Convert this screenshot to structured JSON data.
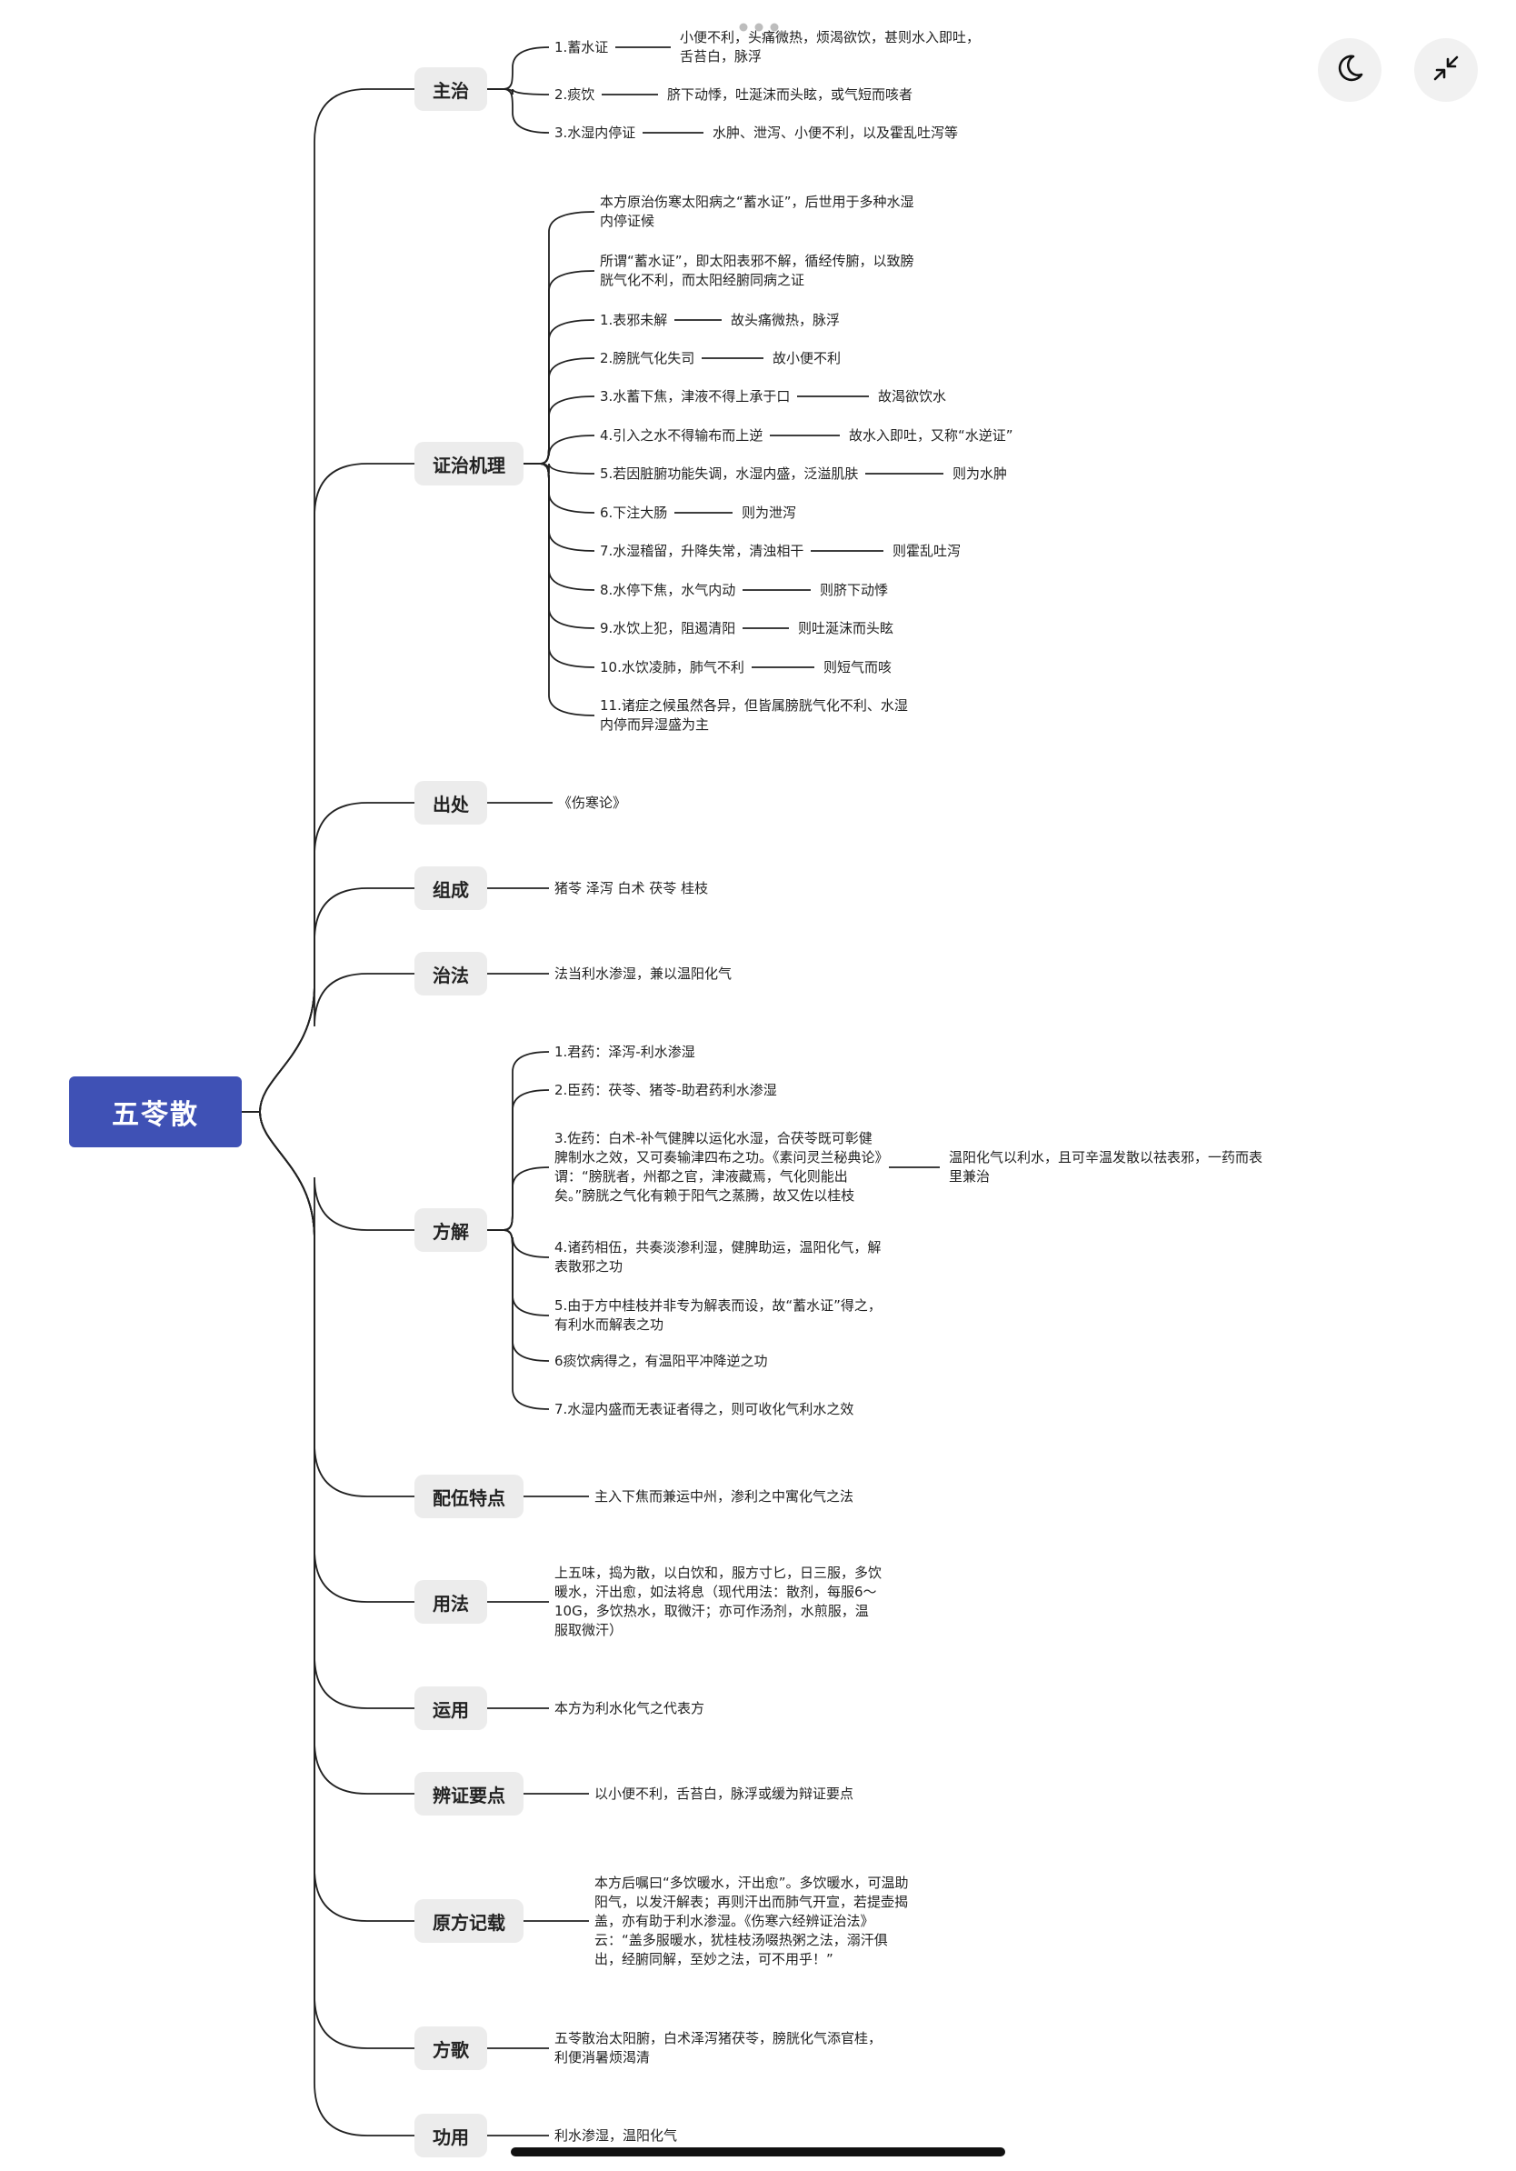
{
  "root": "五苓散",
  "topics": [
    {
      "label": "主治",
      "children": [
        {
          "text": "1.蓄水证",
          "children": [
            {
              "text": "小便不利，头痛微热，烦渴欲饮，甚则水入即吐，舌苔白，脉浮"
            }
          ]
        },
        {
          "text": "2.痰饮",
          "children": [
            {
              "text": "脐下动悸，吐涎沫而头眩，或气短而咳者"
            }
          ]
        },
        {
          "text": "3.水湿内停证",
          "children": [
            {
              "text": "水肿、泄泻、小便不利，以及霍乱吐泻等"
            }
          ]
        }
      ]
    },
    {
      "label": "证治机理",
      "children": [
        {
          "text": "本方原治伤寒太阳病之“蓄水证”，后世用于多种水湿内停证候"
        },
        {
          "text": "所谓“蓄水证”，即太阳表邪不解，循经传腑，以致膀胱气化不利，而太阳经腑同病之证"
        },
        {
          "text": "1.表邪未解",
          "children": [
            {
              "text": "故头痛微热，脉浮"
            }
          ]
        },
        {
          "text": "2.膀胱气化失司",
          "children": [
            {
              "text": "故小便不利"
            }
          ]
        },
        {
          "text": "3.水蓄下焦，津液不得上承于口",
          "children": [
            {
              "text": "故渴欲饮水"
            }
          ]
        },
        {
          "text": "4.引入之水不得输布而上逆",
          "children": [
            {
              "text": "故水入即吐，又称“水逆证”"
            }
          ]
        },
        {
          "text": "5.若因脏腑功能失调，水湿内盛，泛溢肌肤",
          "children": [
            {
              "text": "则为水肿"
            }
          ]
        },
        {
          "text": "6.下注大肠",
          "children": [
            {
              "text": "则为泄泻"
            }
          ]
        },
        {
          "text": "7.水湿稽留，升降失常，清浊相干",
          "children": [
            {
              "text": "则霍乱吐泻"
            }
          ]
        },
        {
          "text": "8.水停下焦，水气内动",
          "children": [
            {
              "text": "则脐下动悸"
            }
          ]
        },
        {
          "text": "9.水饮上犯，阻遏清阳",
          "children": [
            {
              "text": "则吐涎沫而头眩"
            }
          ]
        },
        {
          "text": "10.水饮凌肺，肺气不利",
          "children": [
            {
              "text": "则短气而咳"
            }
          ]
        },
        {
          "text": "11.诸症之候虽然各异，但皆属膀胱气化不利、水湿内停而异湿盛为主"
        }
      ]
    },
    {
      "label": "出处",
      "children": [
        {
          "text": "《伤寒论》"
        }
      ]
    },
    {
      "label": "组成",
      "children": [
        {
          "text": "猪苓 泽泻 白术 茯苓 桂枝"
        }
      ]
    },
    {
      "label": "治法",
      "children": [
        {
          "text": "法当利水渗湿，兼以温阳化气"
        }
      ]
    },
    {
      "label": "方解",
      "children": [
        {
          "text": "1.君药：泽泻-利水渗湿"
        },
        {
          "text": "2.臣药：茯苓、猪苓-助君药利水渗湿"
        },
        {
          "text": "3.佐药：白术-补气健脾以运化水湿，合茯苓既可彰健脾制水之效，又可奏输津四布之功。《素问灵兰秘典论》谓：“膀胱者，州都之官，津液藏焉，气化则能出矣。”膀胱之气化有赖于阳气之蒸腾，故又佐以桂枝",
          "children": [
            {
              "text": "温阳化气以利水，且可辛温发散以祛表邪，一药而表里兼治"
            }
          ]
        },
        {
          "text": "4.诸药相伍，共奏淡渗利湿，健脾助运，温阳化气，解表散邪之功"
        },
        {
          "text": "5.由于方中桂枝并非专为解表而设，故“蓄水证”得之，有利水而解表之功"
        },
        {
          "text": "6痰饮病得之，有温阳平冲降逆之功"
        },
        {
          "text": "7.水湿内盛而无表证者得之，则可收化气利水之效"
        }
      ]
    },
    {
      "label": "配伍特点",
      "children": [
        {
          "text": "主入下焦而兼运中州，渗利之中寓化气之法"
        }
      ]
    },
    {
      "label": "用法",
      "children": [
        {
          "text": "上五味，捣为散，以白饮和，服方寸匕，日三服，多饮暖水，汗出愈，如法将息（现代用法：散剂，每服6～10G，多饮热水，取微汗；亦可作汤剂，水煎服，温服取微汗）"
        }
      ]
    },
    {
      "label": "运用",
      "children": [
        {
          "text": "本方为利水化气之代表方"
        }
      ]
    },
    {
      "label": "辨证要点",
      "children": [
        {
          "text": "以小便不利，舌苔白，脉浮或缓为辩证要点"
        }
      ]
    },
    {
      "label": "原方记载",
      "children": [
        {
          "text": "本方后嘱曰“多饮暖水，汗出愈”。多饮暖水，可温助阳气，以发汗解表；再则汗出而肺气开宣，若提壶揭盖，亦有助于利水渗湿。《伤寒六经辨证治法》云：“盖多服暖水，犹桂枝汤啜热粥之法，溺汗俱出，经腑同解，至妙之法，可不用乎！”"
        }
      ]
    },
    {
      "label": "方歌",
      "children": [
        {
          "text": "五苓散治太阳腑，白术泽泻猪茯苓，膀胱化气添官桂，利便消暑烦渴清"
        }
      ]
    },
    {
      "label": "功用",
      "children": [
        {
          "text": "利水渗湿，温阳化气"
        }
      ]
    }
  ],
  "icons": {
    "theme_toggle": "moon-icon",
    "collapse": "collapse-arrows-icon",
    "more": "more-dots-icon"
  },
  "colors": {
    "root_bg": "#3f51b5",
    "topic_bg": "#ececec",
    "line": "#222222"
  }
}
